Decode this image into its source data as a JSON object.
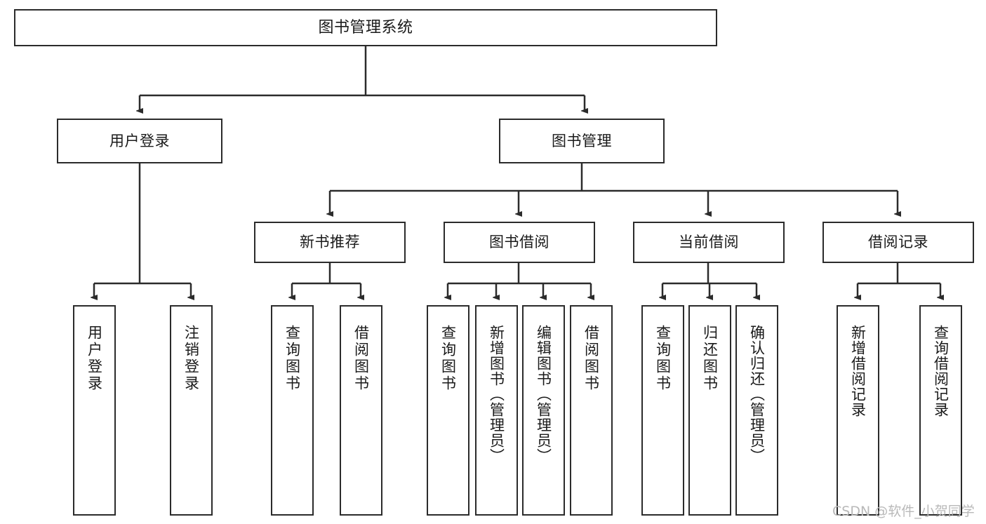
{
  "diagram": {
    "title": "图书管理系统",
    "type": "tree",
    "root": {
      "id": "root",
      "label": "图书管理系统"
    },
    "level2": [
      {
        "id": "user-login",
        "label": "用户登录"
      },
      {
        "id": "book-management",
        "label": "图书管理"
      }
    ],
    "level3": [
      {
        "id": "new-book-recommend",
        "label": "新书推荐",
        "parent": "book-management"
      },
      {
        "id": "book-borrow",
        "label": "图书借阅",
        "parent": "book-management"
      },
      {
        "id": "current-borrow",
        "label": "当前借阅",
        "parent": "book-management"
      },
      {
        "id": "borrow-record",
        "label": "借阅记录",
        "parent": "book-management"
      }
    ],
    "leaves": {
      "user_login": [
        {
          "id": "leaf-user-login",
          "label": "用户登录"
        },
        {
          "id": "leaf-logout-login",
          "label": "注销登录"
        }
      ],
      "new_book_recommend": [
        {
          "id": "leaf-query-book-1",
          "label": "查询图书"
        },
        {
          "id": "leaf-borrow-book-1",
          "label": "借阅图书"
        }
      ],
      "book_borrow": [
        {
          "id": "leaf-query-book-2",
          "label": "查询图书"
        },
        {
          "id": "leaf-add-book",
          "label": "新增图书（管理员）"
        },
        {
          "id": "leaf-edit-book",
          "label": "编辑图书（管理员）"
        },
        {
          "id": "leaf-borrow-book-2",
          "label": "借阅图书"
        }
      ],
      "current_borrow": [
        {
          "id": "leaf-query-book-3",
          "label": "查询图书"
        },
        {
          "id": "leaf-return-book",
          "label": "归还图书"
        },
        {
          "id": "leaf-confirm-return",
          "label": "确认归还（管理员）"
        }
      ],
      "borrow_record": [
        {
          "id": "leaf-add-record",
          "label": "新增借阅记录"
        },
        {
          "id": "leaf-query-record",
          "label": "查询借阅记录"
        }
      ]
    }
  },
  "watermark": {
    "text": "CSDN @软件_小贺同学"
  },
  "colors": {
    "border": "#2b2b2b",
    "text": "#1a1a1a",
    "background": "#ffffff",
    "connector": "#2b2b2b",
    "watermark": "#b9b9b9"
  }
}
